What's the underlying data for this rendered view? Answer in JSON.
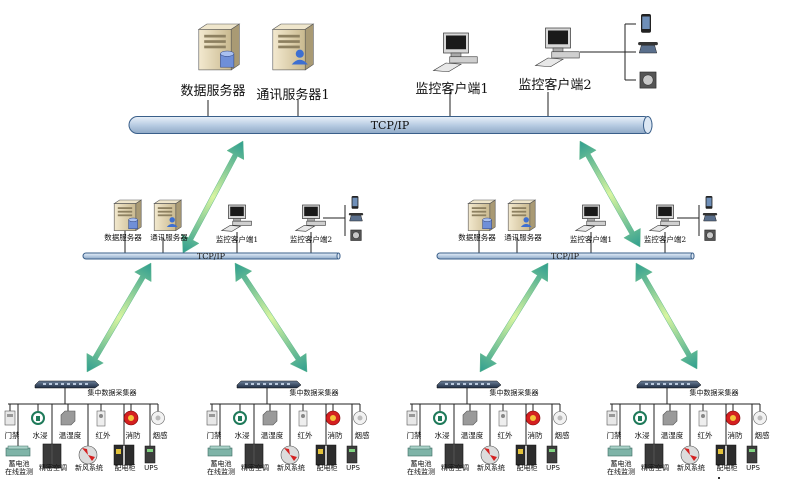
{
  "top": {
    "bus_label": "TCP/IP",
    "nodes": [
      {
        "label": "数据服务器",
        "icon": "server-database-icon"
      },
      {
        "label": "通讯服务器1",
        "icon": "server-comm-icon"
      },
      {
        "label": "监控客户端1",
        "icon": "workstation-icon"
      },
      {
        "label": "监控客户端2",
        "icon": "workstation-icon"
      }
    ],
    "peripherals": [
      "mobile-phone-icon",
      "desk-phone-icon",
      "speaker-icon"
    ]
  },
  "mid": {
    "bus_label": "TCP/IP",
    "nodes": [
      {
        "label": "数据服务器",
        "icon": "server-database-icon"
      },
      {
        "label": "通讯服务器",
        "icon": "server-comm-icon"
      },
      {
        "label": "监控客户端1",
        "icon": "workstation-icon"
      },
      {
        "label": "监控客户端2",
        "icon": "workstation-icon"
      }
    ]
  },
  "site": {
    "collector_label": "集中数据采集器",
    "row1": [
      {
        "label": "门禁",
        "icon": "door-access-icon"
      },
      {
        "label": "水浸",
        "icon": "water-leak-icon"
      },
      {
        "label": "温湿度",
        "icon": "temp-humidity-icon"
      },
      {
        "label": "红外",
        "icon": "infrared-icon"
      },
      {
        "label": "消防",
        "icon": "fire-alarm-icon"
      },
      {
        "label": "烟感",
        "icon": "smoke-detector-icon"
      }
    ],
    "row2": [
      {
        "label": "蓄电池\n在线监测",
        "icon": "battery-icon"
      },
      {
        "label": "精密空调",
        "icon": "precision-ac-icon"
      },
      {
        "label": "新风系统",
        "icon": "fan-icon"
      },
      {
        "label": "配电柜",
        "icon": "power-cabinet-icon"
      },
      {
        "label": "UPS",
        "icon": "ups-icon"
      }
    ]
  },
  "colors": {
    "bus_fill": "#c9d9ea",
    "bus_stroke": "#3a5f8a",
    "arrow_light": "#d8f5a0",
    "arrow_mid": "#78d6a0",
    "arrow_dark": "#2f9e8f"
  }
}
